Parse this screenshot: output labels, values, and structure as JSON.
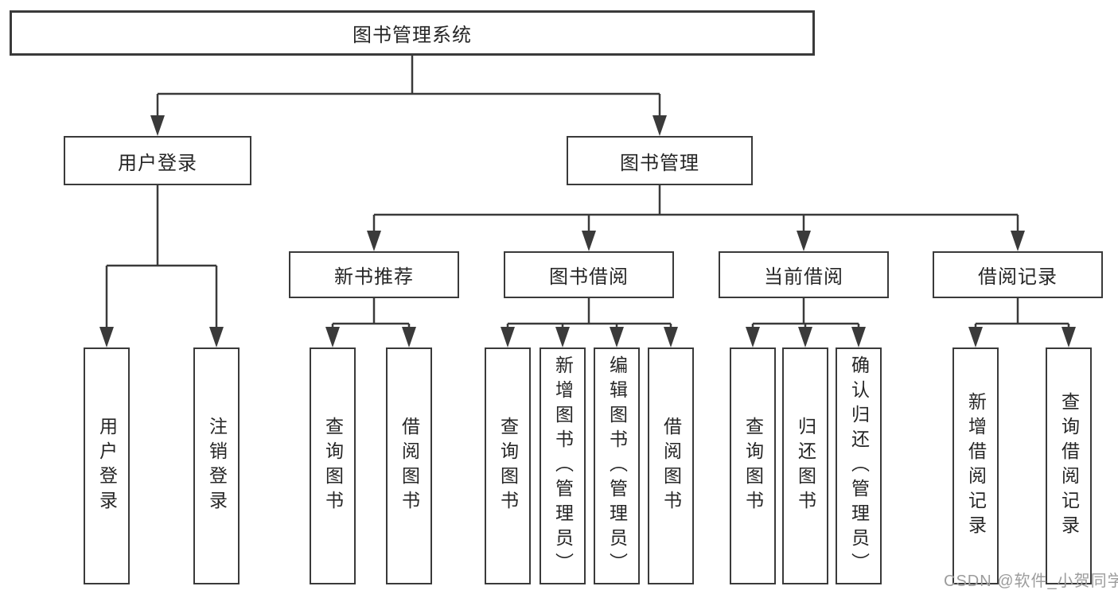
{
  "tree": {
    "root": {
      "label": "图书管理系统"
    },
    "branches": [
      {
        "label": "用户登录",
        "leaves": [
          {
            "label": "用户登录"
          },
          {
            "label": "注销登录"
          }
        ]
      },
      {
        "label": "图书管理",
        "groups": [
          {
            "label": "新书推荐",
            "leaves": [
              {
                "label": "查询图书"
              },
              {
                "label": "借阅图书"
              }
            ]
          },
          {
            "label": "图书借阅",
            "leaves": [
              {
                "label": "查询图书"
              },
              {
                "label": "新增图书（管理员）"
              },
              {
                "label": "编辑图书（管理员）"
              },
              {
                "label": "借阅图书"
              }
            ]
          },
          {
            "label": "当前借阅",
            "leaves": [
              {
                "label": "查询图书"
              },
              {
                "label": "归还图书"
              },
              {
                "label": "确认归还（管理员）"
              }
            ]
          },
          {
            "label": "借阅记录",
            "leaves": [
              {
                "label": "新增借阅记录"
              },
              {
                "label": "查询借阅记录"
              }
            ]
          }
        ]
      }
    ]
  },
  "watermark": {
    "text": "CSDN @软件_小贺同学",
    "color": "#9c9c9c"
  },
  "colors": {
    "line": "#3a3a3a",
    "box_border": "#3a3a3a",
    "text": "#262626",
    "background": "#ffffff"
  }
}
